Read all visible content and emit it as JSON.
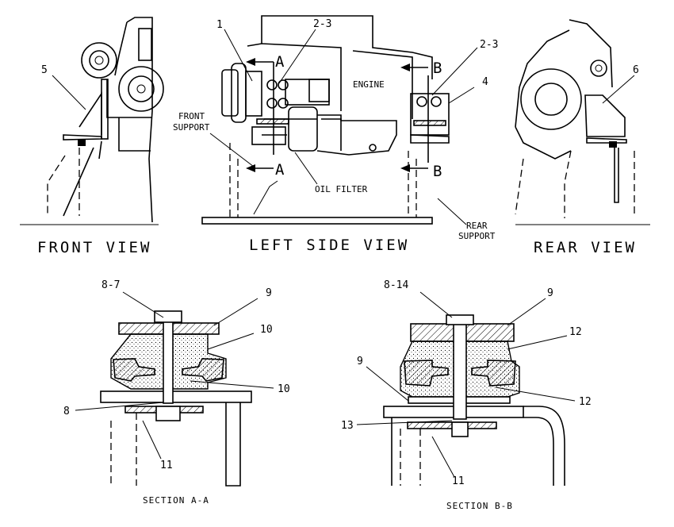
{
  "views": {
    "front": "FRONT VIEW",
    "left_side": "LEFT SIDE VIEW",
    "rear": "REAR VIEW"
  },
  "section_markers": {
    "a": "A",
    "b": "B"
  },
  "labels": {
    "engine": "ENGINE",
    "oil_filter": "OIL FILTER",
    "front_support": [
      "FRONT",
      "SUPPORT"
    ],
    "rear_support": [
      "REAR",
      "SUPPORT"
    ]
  },
  "callouts": {
    "c1": "1",
    "c2_3": "2-3",
    "c4": "4",
    "c5": "5",
    "c6": "6",
    "c8": "8",
    "c8_7": "8-7",
    "c8_14": "8-14",
    "c9": "9",
    "c10": "10",
    "c11": "11",
    "c12": "12",
    "c13": "13"
  },
  "sections": {
    "aa": "SECTION A-A",
    "bb": "SECTION B-B"
  }
}
